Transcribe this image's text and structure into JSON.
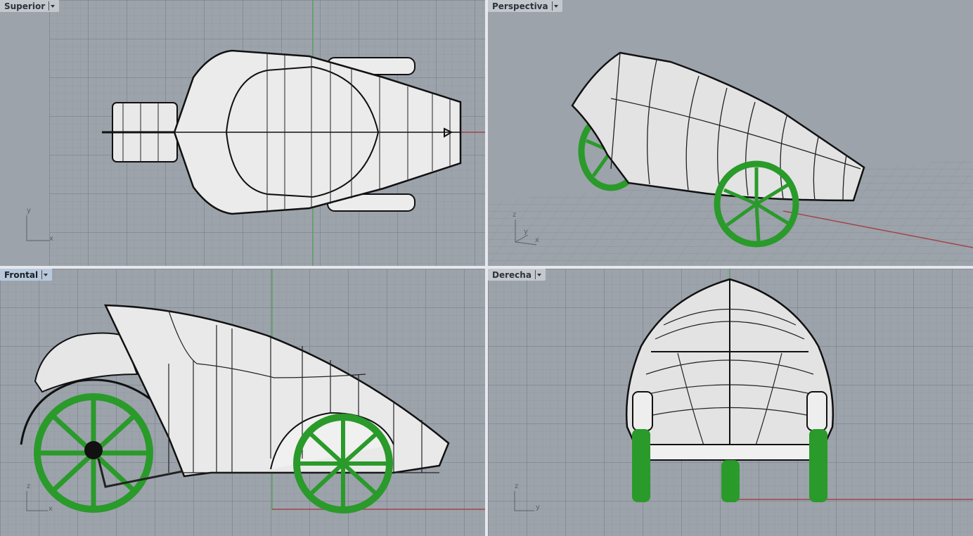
{
  "app": "Rhino 3D modeling viewports",
  "active_viewport": "Frontal",
  "colors": {
    "viewport_bg": "#9ca3ab",
    "x_axis": "#a0454a",
    "y_axis": "#3aa03a",
    "wheel_green": "#2a9a2a",
    "label_active_bg": "#b8c8dc",
    "label_bg": "#c3c8ce"
  },
  "viewports": [
    {
      "id": "top-left",
      "label": "Superior",
      "axis": {
        "h": "x",
        "v": "y"
      },
      "active": false
    },
    {
      "id": "top-right",
      "label": "Perspectiva",
      "axis": {
        "h": "x",
        "v": "z",
        "d": "y"
      },
      "active": false
    },
    {
      "id": "bottom-left",
      "label": "Frontal",
      "axis": {
        "h": "x",
        "v": "z"
      },
      "active": true
    },
    {
      "id": "bottom-right",
      "label": "Derecha",
      "axis": {
        "h": "y",
        "v": "z"
      },
      "active": false
    }
  ],
  "model": {
    "description": "Three-wheeled enclosed velomobile / trike body with green spoked wheels",
    "display_mode": "Rendered with wireframe isocurves"
  }
}
